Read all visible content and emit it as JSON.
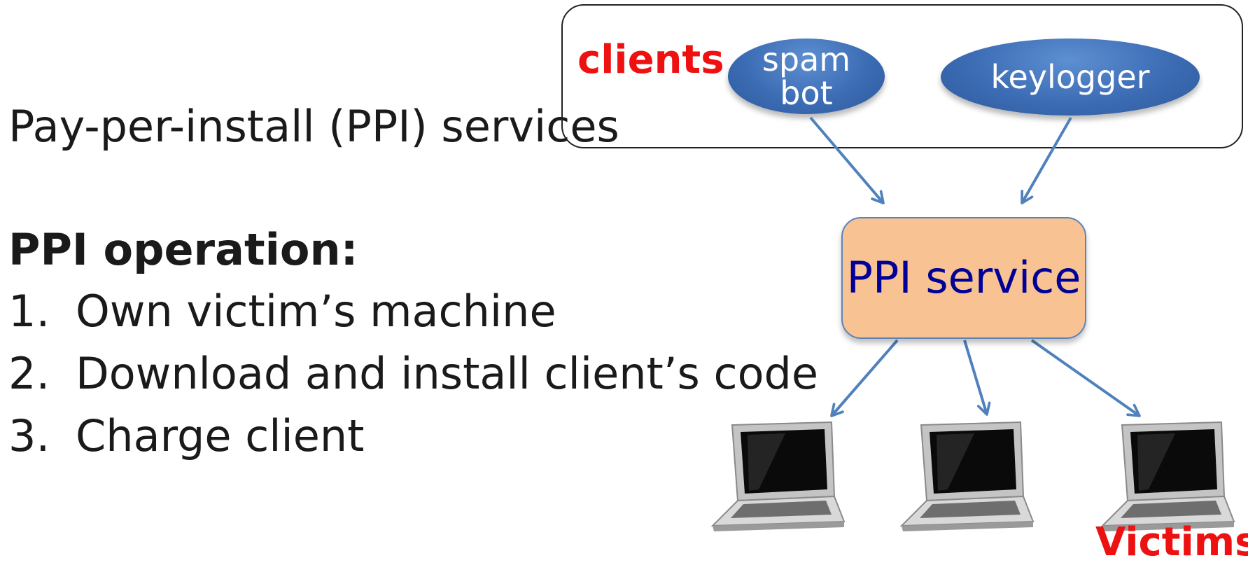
{
  "text": {
    "intro": "Pay-per-install (PPI) services",
    "operation_heading": "PPI operation:",
    "steps": [
      {
        "num": "1.",
        "text": "Own victim’s machine"
      },
      {
        "num": "2.",
        "text": "Download and install client’s code"
      },
      {
        "num": "3.",
        "text": "Charge client"
      }
    ]
  },
  "diagram": {
    "clients_label": "clients",
    "client_nodes": [
      {
        "label": "spam bot"
      },
      {
        "label": "keylogger"
      }
    ],
    "service_label": "PPI service",
    "victims_label": "Victims",
    "victim_count": 3,
    "edges": [
      {
        "from": "spam bot",
        "to": "PPI service"
      },
      {
        "from": "keylogger",
        "to": "PPI service"
      },
      {
        "from": "PPI service",
        "to": "victim-1"
      },
      {
        "from": "PPI service",
        "to": "victim-2"
      },
      {
        "from": "PPI service",
        "to": "victim-3"
      }
    ],
    "colors": {
      "label_red": "#ee1111",
      "node_blue": "#3c6cb4",
      "service_fill": "#f8c293",
      "service_text": "#000099",
      "arrow": "#4f81bd"
    }
  }
}
